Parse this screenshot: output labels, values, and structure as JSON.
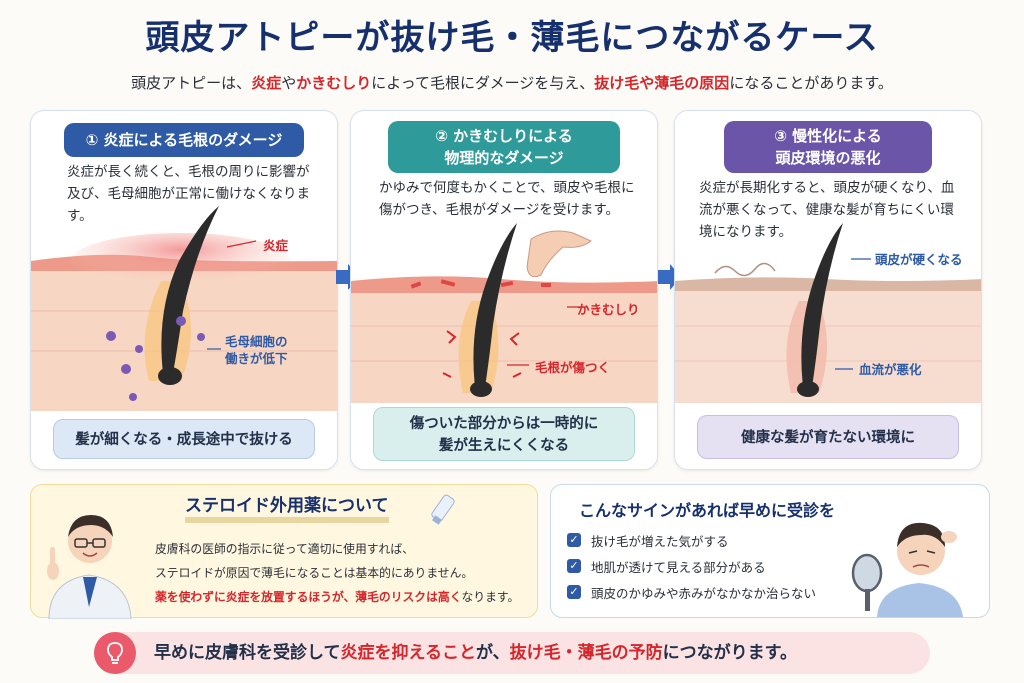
{
  "title": "頭皮アトピーが抜け毛・薄毛につながるケース",
  "lead": {
    "p1": "頭皮アトピーは、",
    "r1": "炎症",
    "p2": "や",
    "r2": "かきむしり",
    "p3": "によって毛根にダメージを与え、",
    "r3": "抜け毛や薄毛の原因",
    "p4": "になることがあります。"
  },
  "cards": [
    {
      "heading": "① 炎症による毛根のダメージ",
      "desc": "炎症が長く続くと、毛根の周りに影響が及び、毛母細胞が正常に働けなくなります。",
      "labels": {
        "inflammation": "炎症",
        "cell_line1": "毛母細胞の",
        "cell_line2": "働きが低下"
      },
      "result": "髪が細くなる・成長途中で抜ける"
    },
    {
      "heading_line1": "② かきむしりによる",
      "heading_line2": "物理的なダメージ",
      "desc": "かゆみで何度もかくことで、頭皮や毛根に傷がつき、毛根がダメージを受けます。",
      "labels": {
        "scratch": "かきむしり",
        "root": "毛根が傷つく"
      },
      "result_line1": "傷ついた部分からは一時的に",
      "result_line2": "髪が生えにくくなる"
    },
    {
      "heading_line1": "③ 慢性化による",
      "heading_line2": "頭皮環境の悪化",
      "desc": "炎症が長期化すると、頭皮が硬くなり、血流が悪くなって、健康な髪が育ちにくい環境になります。",
      "labels": {
        "hard": "頭皮が硬くなる",
        "blood": "血流が悪化"
      },
      "result": "健康な髪が育たない環境に"
    }
  ],
  "steroid": {
    "title": "ステロイド外用薬について",
    "line1": "皮膚科の医師の指示に従って適切に使用すれば、",
    "line2": "ステロイドが原因で薄毛になることは基本的にありません。",
    "warn": "薬を使わずに炎症を放置するほうが、薄毛のリスクは高く",
    "warn_tail": "なります。"
  },
  "signs": {
    "title": "こんなサインがあれば早めに受診を",
    "items": [
      "抜け毛が増えた気がする",
      "地肌が透けて見える部分がある",
      "頭皮のかゆみや赤みがなかなか治らない"
    ]
  },
  "footer": {
    "p1": "早めに皮膚科を受診して",
    "r1": "炎症を抑えること",
    "p2": "が、",
    "r2": "抜け毛・薄毛の予防",
    "p3": "につながります。"
  },
  "colors": {
    "navy": "#16306e",
    "red": "#d6262b",
    "blue": "#2e5aa6",
    "teal": "#2f9a9a",
    "purple": "#6a55a8",
    "yellow": "#f6d34a"
  },
  "icons": [
    "check-icon",
    "lightbulb-icon",
    "arrow-right-icon",
    "doctor-illustration",
    "ointment-tube-icon",
    "worried-man-illustration"
  ]
}
